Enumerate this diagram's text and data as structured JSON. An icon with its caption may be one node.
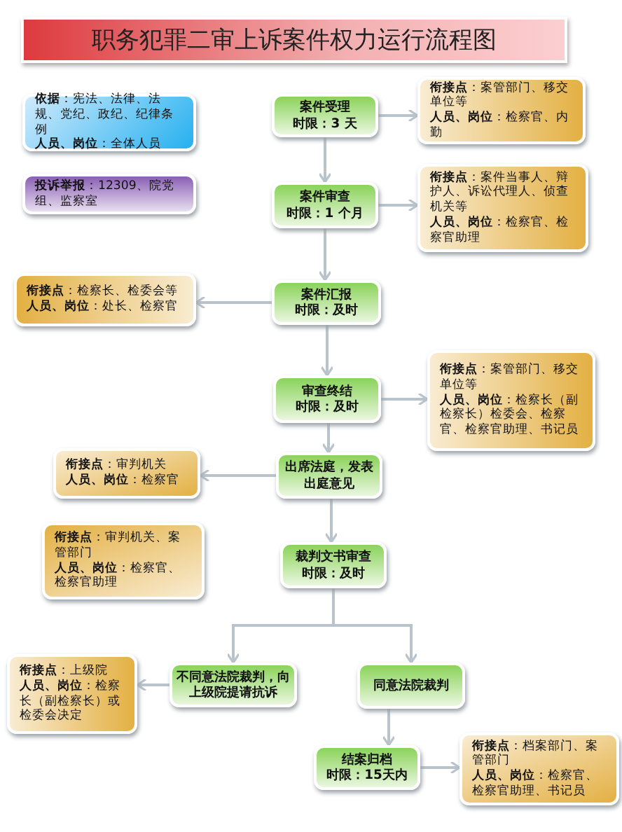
{
  "diagram": {
    "title": "职务犯罪二审上诉案件权力运行流程图",
    "nodes": [
      {
        "text": [
          "**依据**：宪法、法律、法规、党纪、政纪、纪律条例",
          "**人员、岗位**：全体人员"
        ]
      },
      {
        "text": [
          "**投诉举报**：12309、院党组、监察室"
        ]
      },
      {
        "text": [
          "案件受理",
          "时限：3 天"
        ]
      },
      {
        "text": [
          "**衔接点**：案管部门、移交单位等",
          "**人员、岗位**：检察官、内勤"
        ]
      },
      {
        "text": [
          "案件审查",
          "时限：1 个月"
        ]
      },
      {
        "text": [
          "**衔接点**：案件当事人、辩护人、诉讼代理人、侦查机关等",
          "**人员、岗位**：检察官、检察官助理"
        ]
      },
      {
        "text": [
          "案件汇报",
          "时限：及时"
        ]
      },
      {
        "text": [
          "**衔接点**：检察长、检委会等",
          "**人员、岗位**：处长、检察官"
        ]
      },
      {
        "text": [
          "审查终结",
          "时限：及时"
        ]
      },
      {
        "text": [
          "**衔接点**：案管部门、移交单位等",
          "**人员、岗位**：检察长（副检察长）检委会、检察官、检察官助理、书记员"
        ]
      },
      {
        "text": [
          "出席法庭，发表出庭意见"
        ]
      },
      {
        "text": [
          "**衔接点**：审判机关",
          "**人员、岗位**：检察官"
        ]
      },
      {
        "text": [
          "裁判文书审查",
          "时限：及时"
        ]
      },
      {
        "text": [
          "**衔接点**：审判机关、案管部门",
          "**人员、岗位**：检察官、检察官助理"
        ]
      },
      {
        "text": [
          "不同意法院裁判，向上级院提请抗诉"
        ]
      },
      {
        "text": [
          "**衔接点**：上级院",
          "**人员、岗位**：检察长（副检察长）或检委会决定"
        ]
      },
      {
        "text": [
          "同意法院裁判"
        ]
      },
      {
        "text": [
          "结案归档",
          "时限：15天内"
        ]
      },
      {
        "text": [
          "**衔接点**：档案部门、案管部门",
          "**人员、岗位**：检察官、检察官助理、书记员"
        ]
      }
    ],
    "edges": [
      {
        "from": 2,
        "to": 3,
        "arrow": "to"
      },
      {
        "from": 2,
        "to": 4,
        "arrow": "to"
      },
      {
        "from": 4,
        "to": 5,
        "arrow": "to"
      },
      {
        "from": 4,
        "to": 6,
        "arrow": "to"
      },
      {
        "from": 6,
        "to": 7,
        "arrow": "to"
      },
      {
        "from": 6,
        "to": 8,
        "arrow": "to"
      },
      {
        "from": 8,
        "to": 9,
        "arrow": "to"
      },
      {
        "from": 8,
        "to": 10,
        "arrow": "to"
      },
      {
        "from": 10,
        "to": 11,
        "arrow": "to"
      },
      {
        "from": 10,
        "to": 12,
        "arrow": "to"
      },
      {
        "from": 12,
        "to": 14,
        "arrow": "to"
      },
      {
        "from": 12,
        "to": 16,
        "arrow": "to"
      },
      {
        "from": 14,
        "to": 15,
        "arrow": "to"
      },
      {
        "from": 16,
        "to": 17,
        "arrow": "to"
      },
      {
        "from": 17,
        "to": 18,
        "arrow": "to"
      }
    ]
  }
}
